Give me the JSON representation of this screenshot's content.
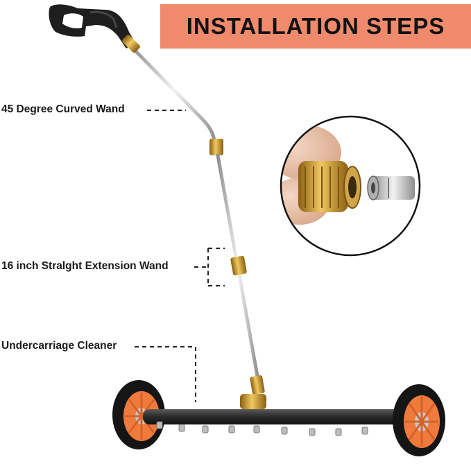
{
  "banner": {
    "title": "INSTALLATION STEPS"
  },
  "labels": {
    "curved_wand": "45 Degree Curved Wand",
    "straight_wand": "16 inch Stralght Extension Wand",
    "cleaner": "Undercarriage Cleaner"
  },
  "colors": {
    "banner_bg": "#f08a6c",
    "wheel_rim": "#f07a3c",
    "tire": "#1a1a1a",
    "brass": "#c9962e",
    "chrome": "#c8c8c8",
    "bar": "#333333"
  }
}
